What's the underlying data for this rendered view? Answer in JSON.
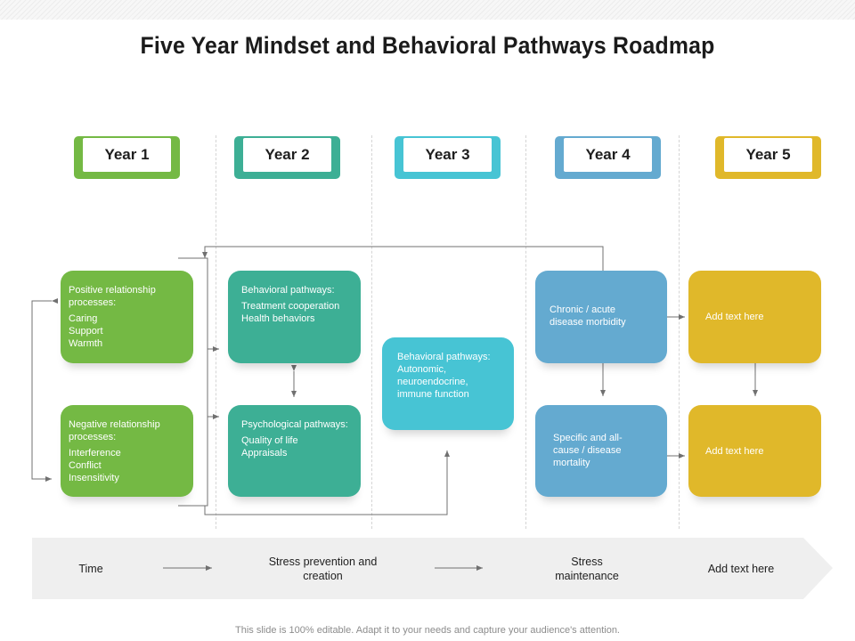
{
  "title": "Five Year Mindset and Behavioral Pathways Roadmap",
  "years": [
    "Year 1",
    "Year 2",
    "Year 3",
    "Year 4",
    "Year 5"
  ],
  "colors": {
    "year1": "#74b944",
    "year2": "#3daf95",
    "year3": "#47c4d4",
    "year4": "#64aad0",
    "year5": "#e0b82a",
    "timeline_bar": "#efefef",
    "connector": "#707070"
  },
  "boxes": {
    "positive": {
      "heading": "Positive relationship processes:",
      "items": [
        "Caring",
        "Support",
        "Warmth"
      ]
    },
    "negative": {
      "heading": "Negative relationship processes:",
      "items": [
        "Interference",
        "Conflict",
        "Insensitivity"
      ]
    },
    "behavioral": {
      "heading": "Behavioral pathways:",
      "items": [
        "Treatment cooperation",
        "Health behaviors"
      ]
    },
    "psychological": {
      "heading": "Psychological pathways:",
      "items": [
        "Quality of life",
        "Appraisals"
      ]
    },
    "bio_behavioral": {
      "text": "Behavioral pathways: Autonomic, neuroendocrine, immune function"
    },
    "chronic": {
      "text": "Chronic / acute disease morbidity"
    },
    "specific": {
      "text": "Specific and all-cause / disease mortality"
    },
    "add_text_1": {
      "text": "Add text here"
    },
    "add_text_2": {
      "text": "Add text here"
    }
  },
  "timeline": {
    "time": "Time",
    "stress_prevention": "Stress prevention and creation",
    "stress_maintenance": "Stress maintenance",
    "add_text": "Add text here"
  },
  "footer": "This slide is 100% editable. Adapt it to your needs and capture your audience's attention."
}
